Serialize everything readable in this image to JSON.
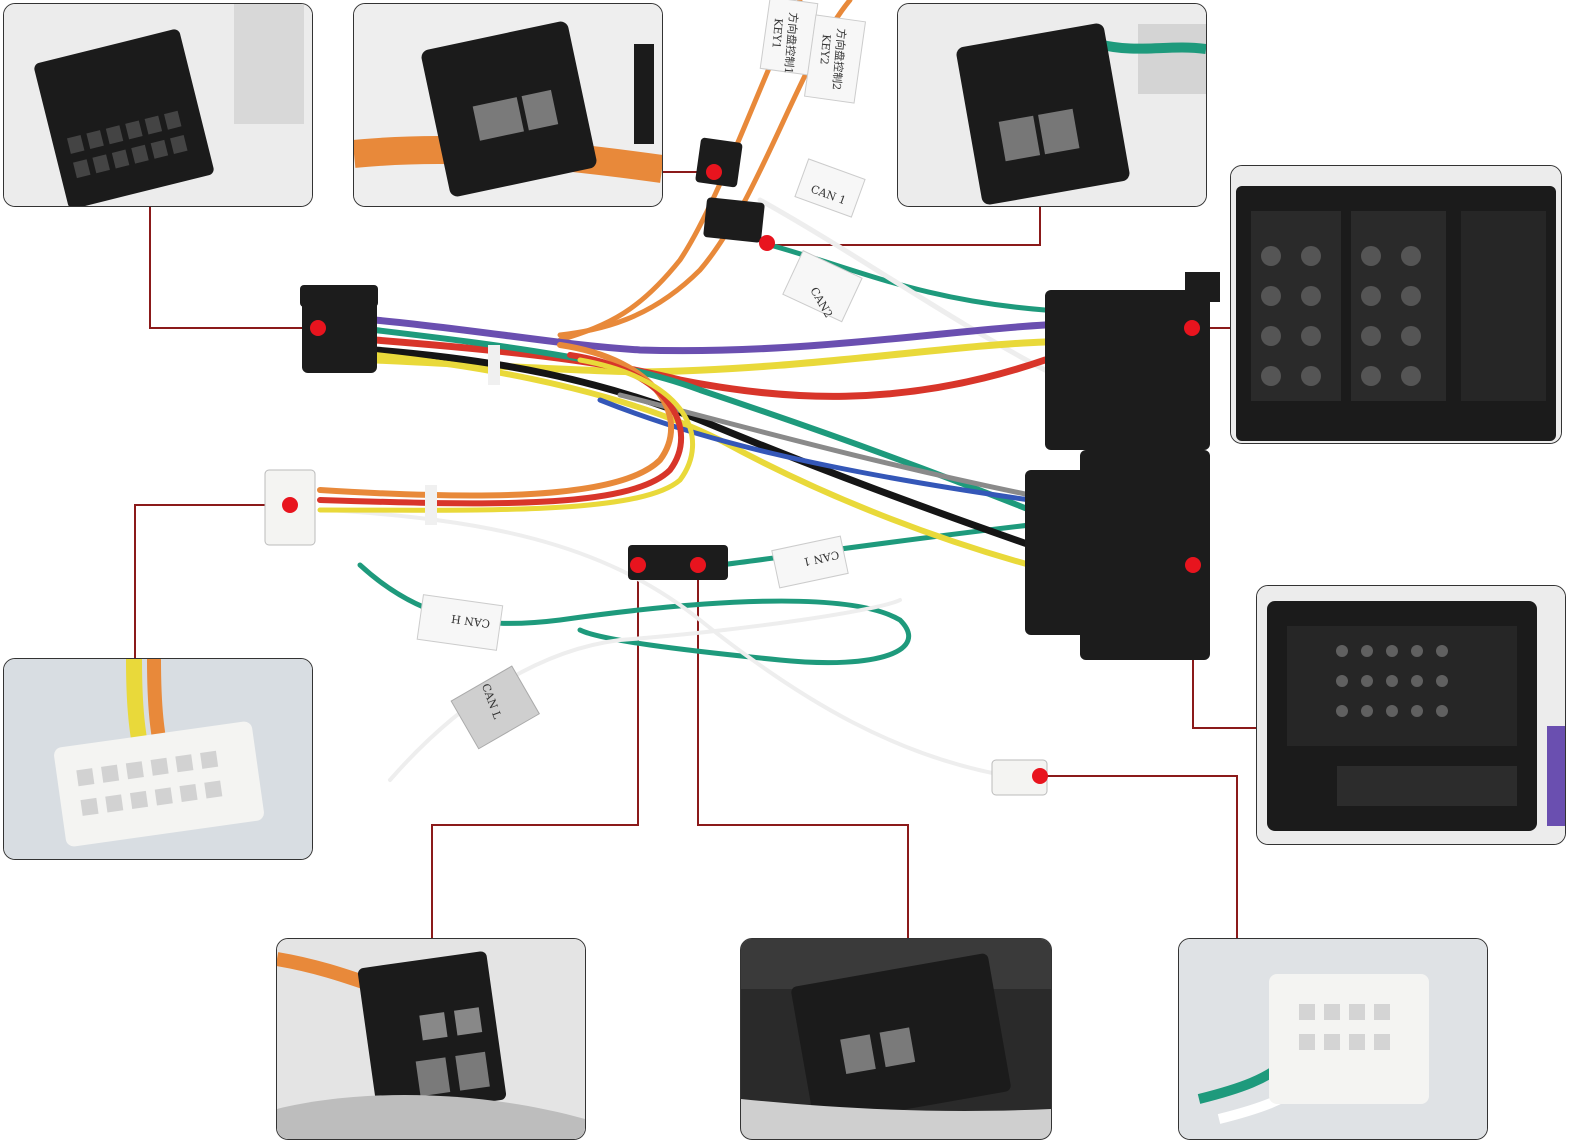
{
  "labels": {
    "key1": "KEY1",
    "key1_sub": "方向盘控制1",
    "key2": "KEY2",
    "key2_sub": "方向盘控制2",
    "can1_top": "CAN 1",
    "can2": "CAN2",
    "can1_mid": "CAN 1",
    "can_h": "CAN H",
    "can_l": "CAN L"
  },
  "colors": {
    "leader": "#8b1a1a",
    "dot": "#e8141e",
    "connector": "#1c1c1c",
    "white_connector": "#f4f4f2",
    "orange": "#e8893a",
    "green": "#1e9a7c",
    "white_wire": "#eeeeee",
    "purple": "#6a4fb0",
    "yellow": "#e9d93a",
    "red": "#d8352a",
    "black": "#151515",
    "blue": "#3457b8",
    "grey": "#8a8a8a"
  },
  "panels": [
    {
      "name": "panel-16pin-plug",
      "subject": "black-16-pin-connector"
    },
    {
      "name": "panel-2pin-key-plug",
      "subject": "black-2-pin-connector"
    },
    {
      "name": "panel-2pin-can-plug",
      "subject": "black-2-pin-connector"
    },
    {
      "name": "panel-iso-socket",
      "subject": "black-iso-connector"
    },
    {
      "name": "panel-white-20pin",
      "subject": "white-20-pin-connector"
    },
    {
      "name": "panel-quadlock-socket",
      "subject": "black-quadlock-connector"
    },
    {
      "name": "panel-2pin-can-left",
      "subject": "black-2-pin-connector"
    },
    {
      "name": "panel-2pin-can-right",
      "subject": "black-2-pin-connector"
    },
    {
      "name": "panel-white-8pin",
      "subject": "white-8-pin-connector"
    }
  ]
}
